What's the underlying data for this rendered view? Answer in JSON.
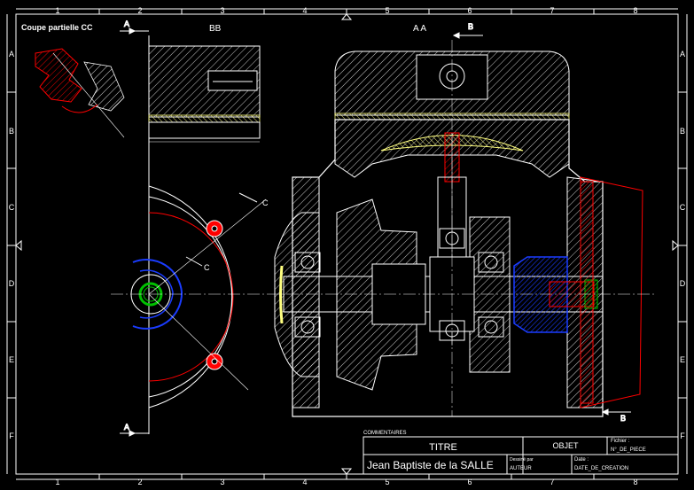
{
  "frame": {
    "col_labels": [
      "1",
      "2",
      "3",
      "4",
      "5",
      "6",
      "7",
      "8"
    ],
    "row_labels": [
      "A",
      "B",
      "C",
      "D",
      "E",
      "F"
    ]
  },
  "views": {
    "partial_section_title": "Coupe partielle CC",
    "section_bb": "BB",
    "section_aa": "A A",
    "cut_a": "A",
    "cut_b": "B",
    "cut_c": "C"
  },
  "title_block": {
    "comments_label": "COMMENTAIRES",
    "title": "TITRE",
    "object": "OBJET",
    "file_label": "Fichier :",
    "file_value": "N°_DE_PIECE",
    "author": "Jean Baptiste de la SALLE",
    "drawn_by_label": "Dessiné par",
    "drawn_by_value": "AUTEUR",
    "date_label": "Date :",
    "date_value": "DATE_DE_CREATION"
  },
  "colors": {
    "background": "#000000",
    "outline": "#ffffff",
    "hatch": "#ffffff",
    "section": "#ff0000",
    "bearing_cap": "#1a3cff",
    "ring": "#00c000",
    "fill_detail": "#ffff80"
  }
}
